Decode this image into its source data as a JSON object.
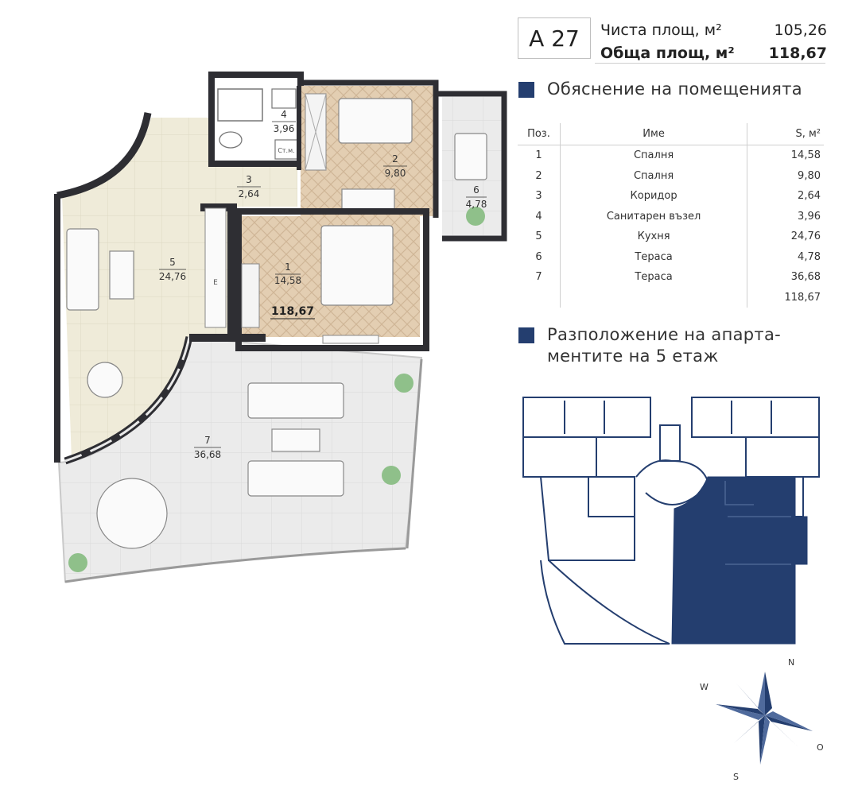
{
  "header": {
    "apartment": "А 27",
    "net_area_label": "Чиста площ, м²",
    "net_area_value": "105,26",
    "gross_area_label": "Обща площ, м²",
    "gross_area_value": "118,67"
  },
  "rooms_section": {
    "title": "Обяснение на помещенията",
    "columns": [
      "Поз.",
      "Име",
      "S, м²"
    ],
    "rows": [
      {
        "pos": "1",
        "name": "Спалня",
        "area": "14,58"
      },
      {
        "pos": "2",
        "name": "Спалня",
        "area": "9,80"
      },
      {
        "pos": "3",
        "name": "Коридор",
        "area": "2,64"
      },
      {
        "pos": "4",
        "name": "Санитарен възел",
        "area": "3,96"
      },
      {
        "pos": "5",
        "name": "Кухня",
        "area": "24,76"
      },
      {
        "pos": "6",
        "name": "Тераса",
        "area": "4,78"
      },
      {
        "pos": "7",
        "name": "Тераса",
        "area": "36,68"
      }
    ],
    "total": "118,67"
  },
  "location_section": {
    "title_line1": "Разположение на апарта-",
    "title_line2": "ментите на 5 етаж"
  },
  "plan": {
    "labels": [
      {
        "num": "1",
        "area": "14,58"
      },
      {
        "num": "2",
        "area": "9,80"
      },
      {
        "num": "3",
        "area": "2,64"
      },
      {
        "num": "4",
        "area": "3,96"
      },
      {
        "num": "5",
        "area": "24,76"
      },
      {
        "num": "6",
        "area": "4,78"
      },
      {
        "num": "7",
        "area": "36,68"
      }
    ],
    "total_area": "118,67",
    "small_labels": {
      "washer": "Ст.м.",
      "stack": "Е"
    }
  },
  "compass": {
    "n": "N",
    "w": "W",
    "o": "O",
    "s": "S"
  },
  "colors": {
    "accent_navy": "#243e6f",
    "wall": "#2e2e33",
    "wood_floor": "#e2cdb1",
    "tile_floor": "#efebd9",
    "terrace": "#e9e9e9",
    "plant_green": "#8fc08a"
  }
}
